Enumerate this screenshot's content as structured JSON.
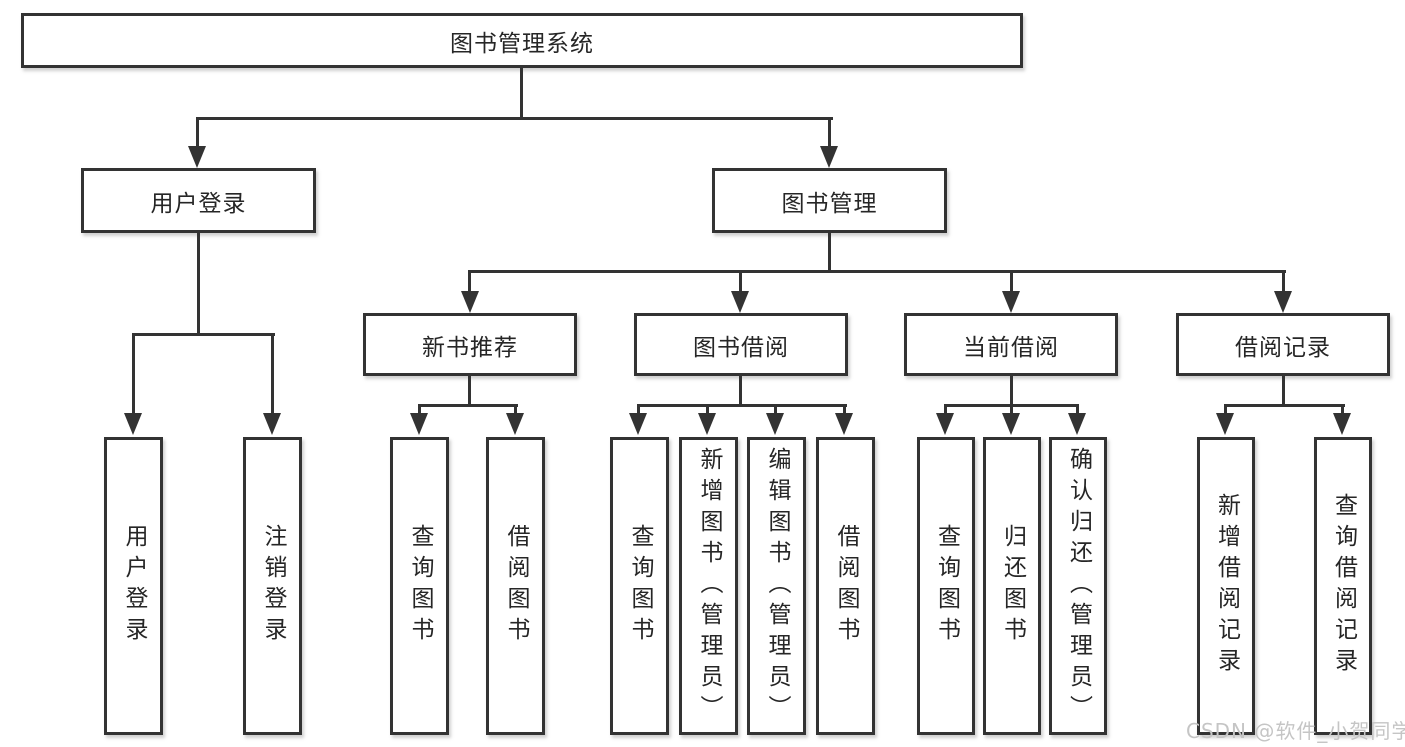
{
  "tree": {
    "root": {
      "label": "图书管理系统"
    },
    "branches": [
      {
        "label": "用户登录",
        "children": [
          {
            "label": "用户登录"
          },
          {
            "label": "注销登录"
          }
        ]
      },
      {
        "label": "图书管理",
        "modules": [
          {
            "label": "新书推荐",
            "children": [
              {
                "label": "查询图书"
              },
              {
                "label": "借阅图书"
              }
            ]
          },
          {
            "label": "图书借阅",
            "children": [
              {
                "label": "查询图书"
              },
              {
                "label": "新增图书（管理员）"
              },
              {
                "label": "编辑图书（管理员）"
              },
              {
                "label": "借阅图书"
              }
            ]
          },
          {
            "label": "当前借阅",
            "children": [
              {
                "label": "查询图书"
              },
              {
                "label": "归还图书"
              },
              {
                "label": "确认归还（管理员）"
              }
            ]
          },
          {
            "label": "借阅记录",
            "children": [
              {
                "label": "新增借阅记录"
              },
              {
                "label": "查询借阅记录"
              }
            ]
          }
        ]
      }
    ]
  },
  "watermark": "CSDN @软件_小贺同学",
  "colors": {
    "line": "#333333",
    "box_border": "#333333",
    "text": "#262626",
    "watermark_text": "#c5c5c5",
    "background": "#ffffff"
  }
}
